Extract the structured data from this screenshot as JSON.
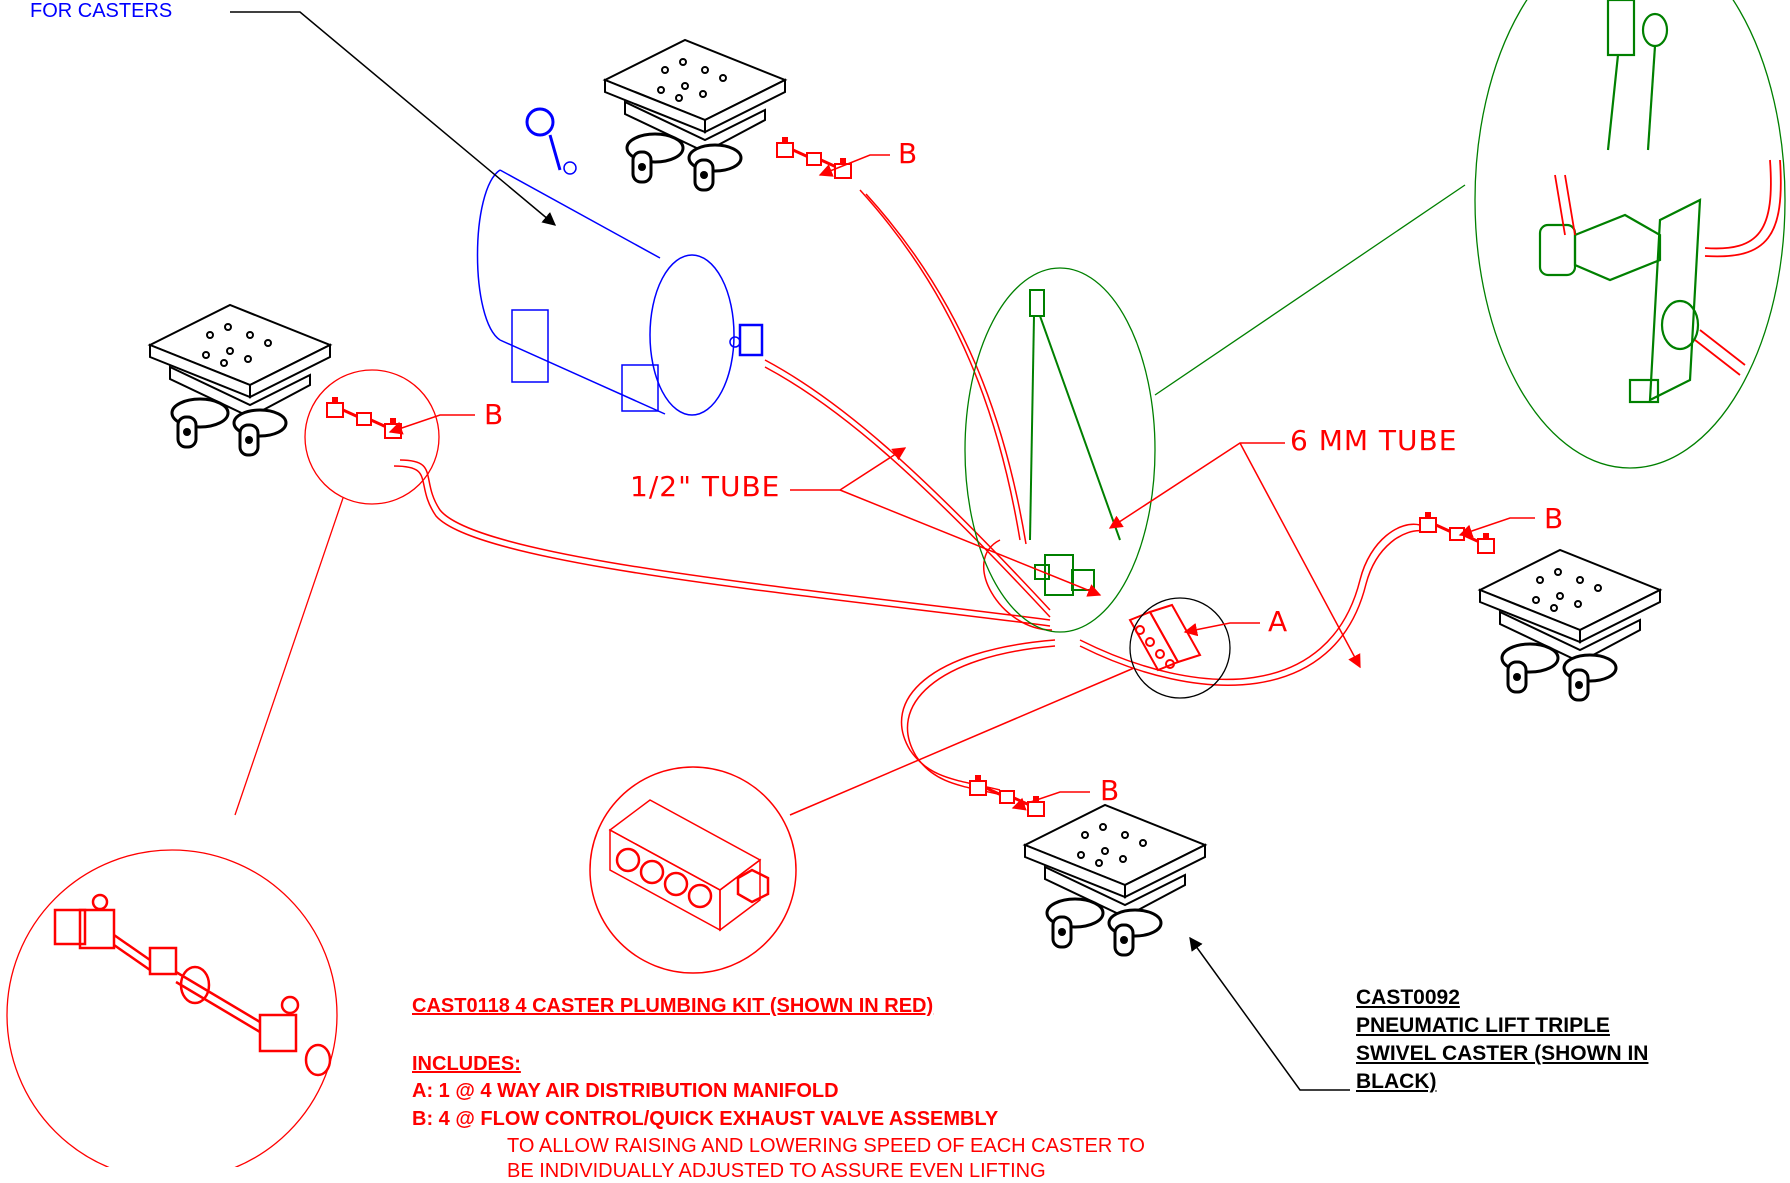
{
  "labels": {
    "casters_note": "FOR CASTERS",
    "tube_half_inch": "1/2\" TUBE",
    "tube_6mm": "6 MM  TUBE",
    "callout_a": "A",
    "callout_b": "B"
  },
  "kit": {
    "title": "CAST0118  4 CASTER PLUMBING KIT  (SHOWN IN RED)",
    "includes": "INCLUDES:",
    "item_a": "A: 1 @ 4 WAY AIR DISTRIBUTION MANIFOLD",
    "item_b": "B: 4 @ FLOW CONTROL/QUICK EXHAUST VALVE ASSEMBLY",
    "note_line1": "TO ALLOW RAISING AND LOWERING SPEED OF EACH CASTER TO",
    "note_line2": "BE INDIVIDUALLY ADJUSTED TO ASSURE EVEN LIFTING"
  },
  "caster": {
    "line1": "CAST0092",
    "line2": "PNEUMATIC LIFT TRIPLE",
    "line3": "SWIVEL CASTER  (SHOWN IN",
    "line4": "BLACK)"
  },
  "colors": {
    "plumbing": "#ff0000",
    "tank": "#0000ff",
    "valve": "#008000",
    "caster": "#000000"
  }
}
